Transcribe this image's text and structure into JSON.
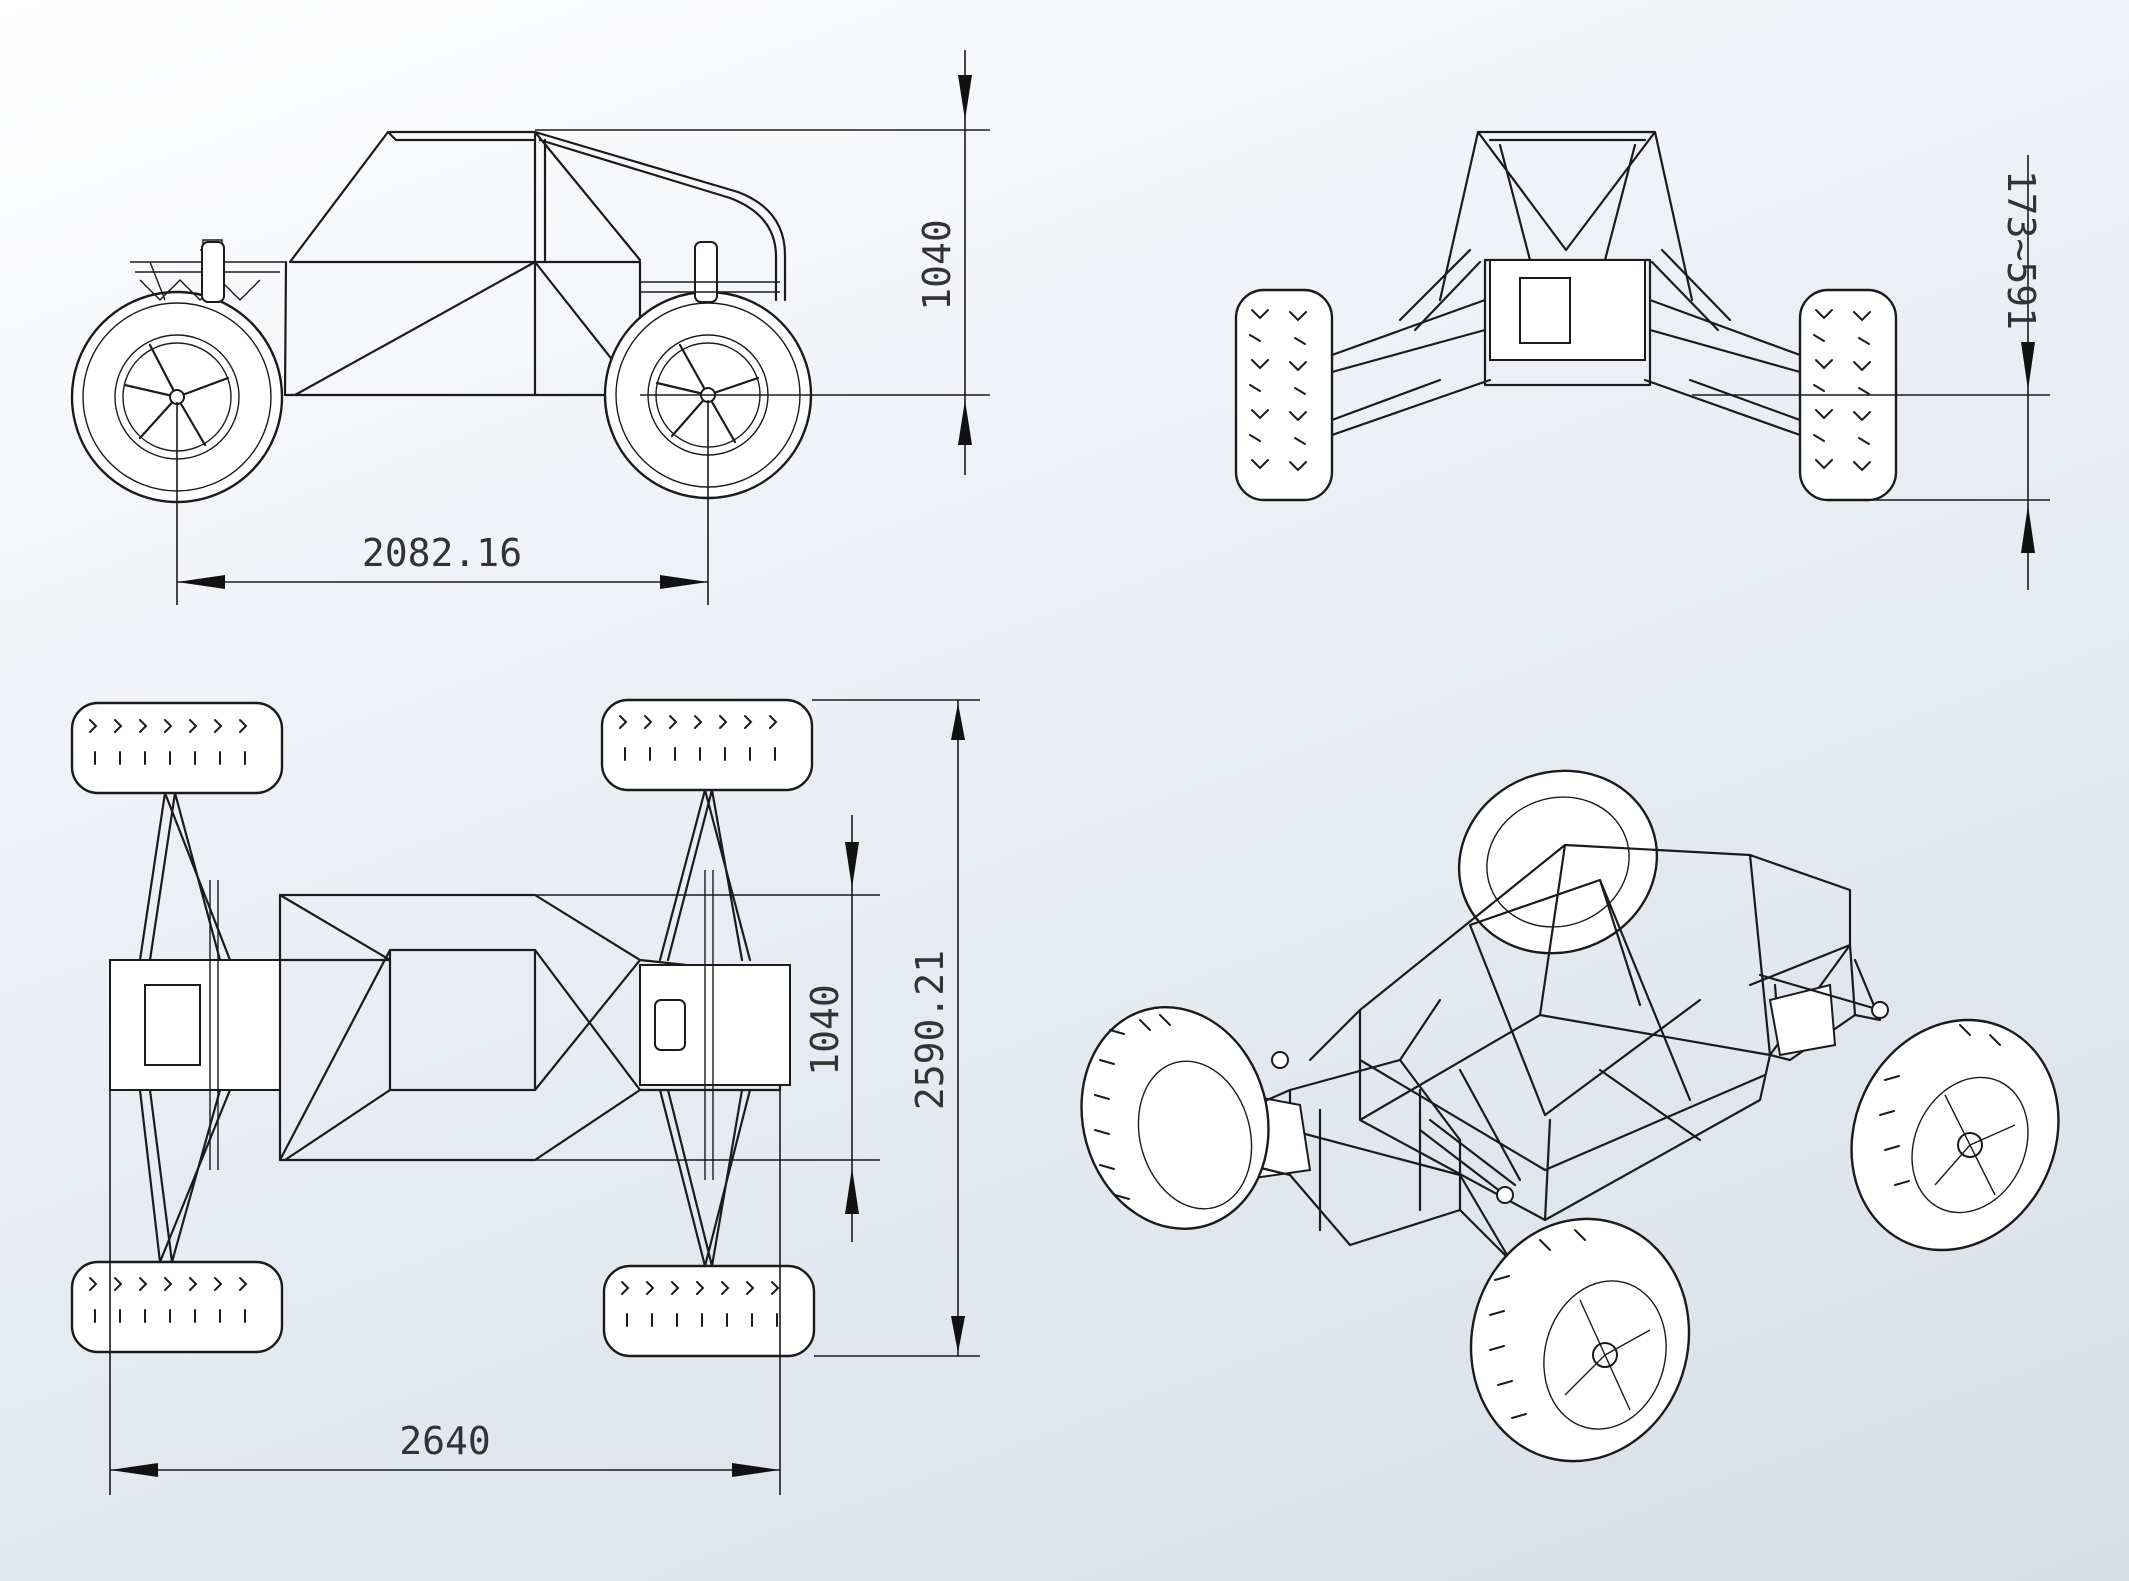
{
  "dimensions": {
    "side_height": "1040",
    "side_wheelbase": "2082.16",
    "front_clearance": "173~591",
    "top_inner_width": "1040",
    "top_overall_width": "2590.21",
    "top_overall_length": "2640"
  },
  "colors": {
    "background_light": "#ffffff",
    "background_dark": "#d8dee8",
    "line": "#1b1b1b"
  }
}
